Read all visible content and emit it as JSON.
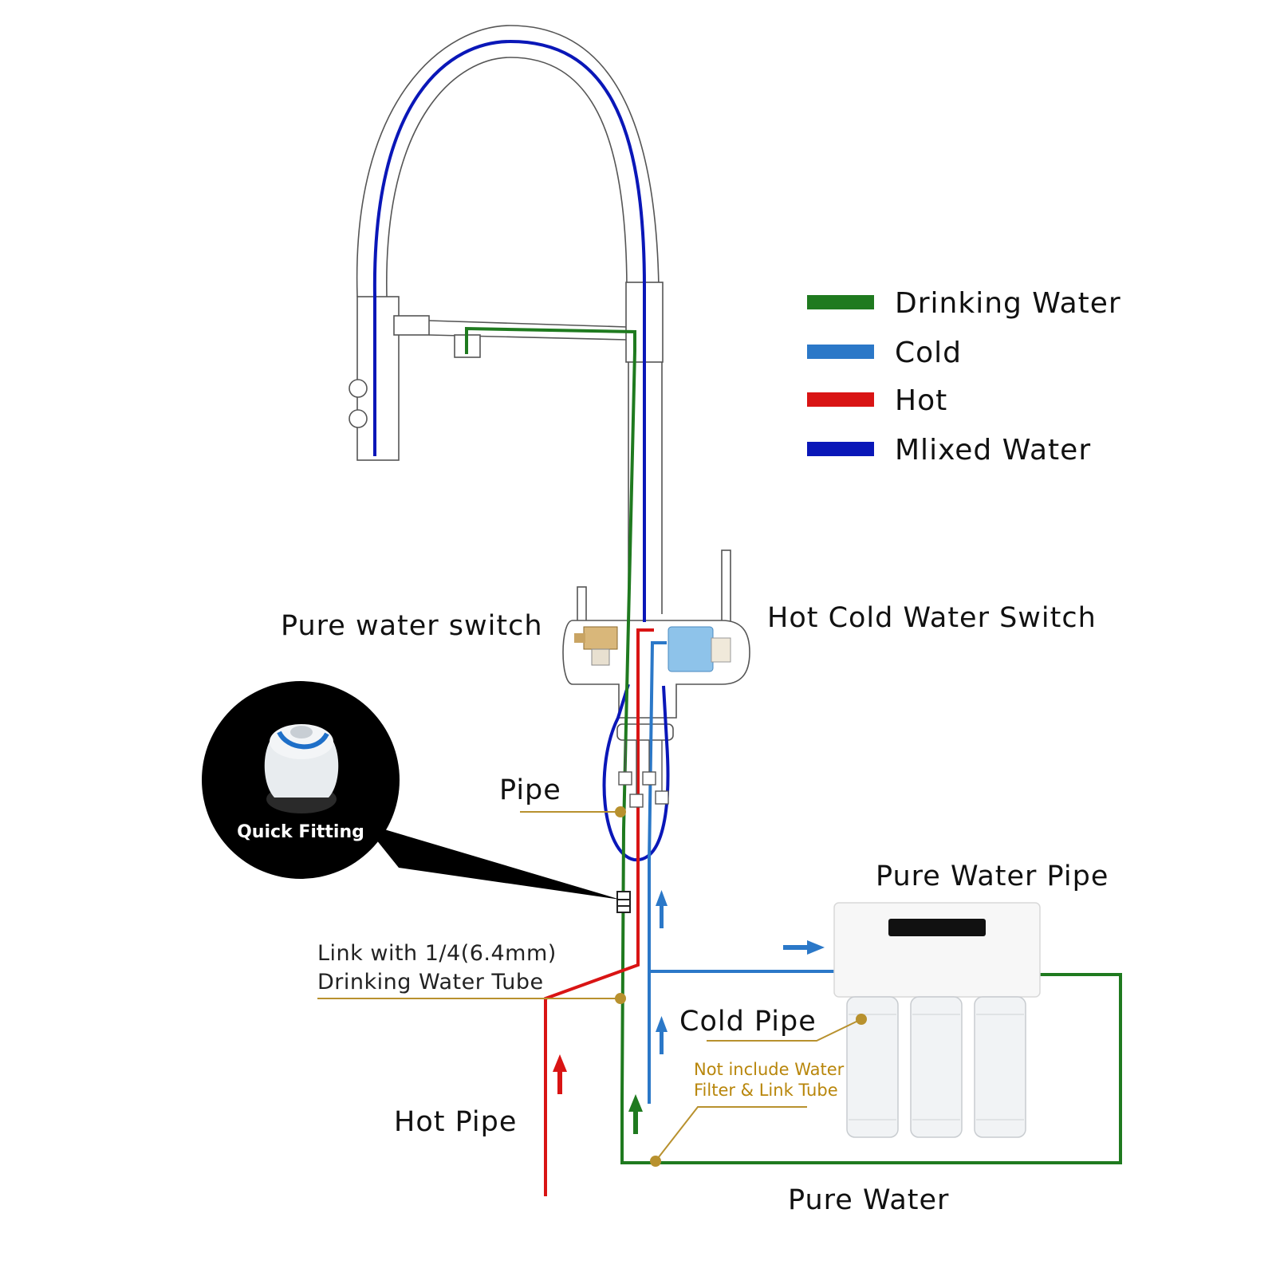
{
  "legend": {
    "items": [
      {
        "label": "Drinking Water",
        "color": "#1f7a1f"
      },
      {
        "label": "Cold",
        "color": "#2b78c8"
      },
      {
        "label": "Hot",
        "color": "#d91414"
      },
      {
        "label": "Mlixed Water",
        "color": "#0a17b8"
      }
    ]
  },
  "labels": {
    "pure_water_switch": "Pure water switch",
    "hot_cold_switch": "Hot Cold Water Switch",
    "pipe": "Pipe",
    "quick_fitting": "Quick Fitting",
    "link_line1": "Link with 1/4(6.4mm)",
    "link_line2": "Drinking Water Tube",
    "pure_water_pipe": "Pure Water Pipe",
    "cold_pipe": "Cold Pipe",
    "hot_pipe": "Hot Pipe",
    "pure_water": "Pure Water",
    "note_line1": "Not include Water",
    "note_line2": "Filter & Link Tube"
  },
  "colors": {
    "drinking": "#1f7a1f",
    "cold": "#2b78c8",
    "hot": "#d91414",
    "mixed": "#0a17b8",
    "leader": "#b8912e",
    "note_text": "#b8860b"
  }
}
